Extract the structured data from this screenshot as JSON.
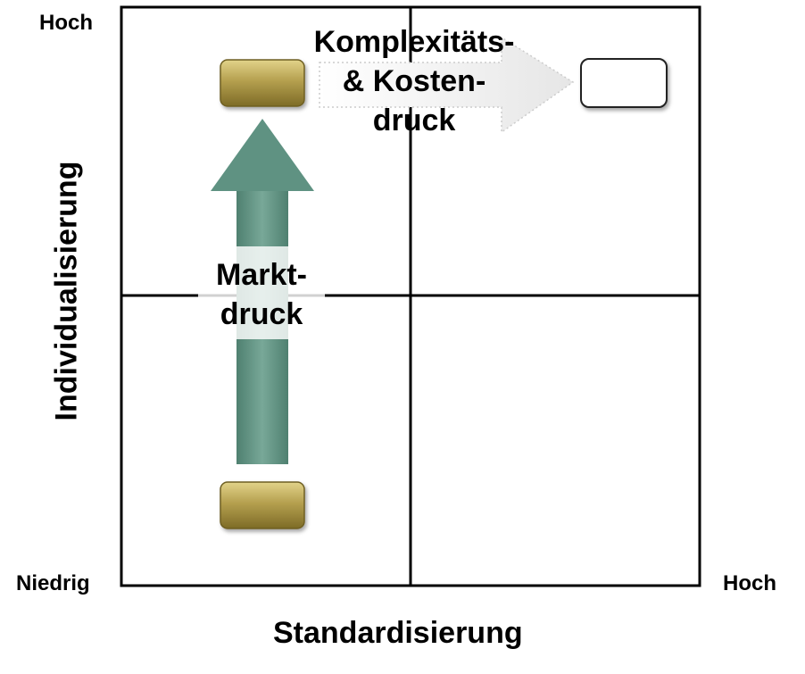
{
  "axes": {
    "x_title": "Standardisierung",
    "y_title": "Individualisierung",
    "y_high_label": "Hoch",
    "origin_label": "Niedrig",
    "x_high_label": "Hoch"
  },
  "arrows": {
    "market": {
      "line1": "Markt-",
      "line2": "druck"
    },
    "cost": {
      "line1": "Komplexitäts-",
      "line2": "& Kosten-",
      "line3": "druck"
    }
  },
  "colors": {
    "grid": "#000000",
    "market_arrow": "#5c8c7c",
    "cost_arrow": "#f2f2f2",
    "gold_box": "#a89345",
    "target_box": "#ffffff"
  }
}
